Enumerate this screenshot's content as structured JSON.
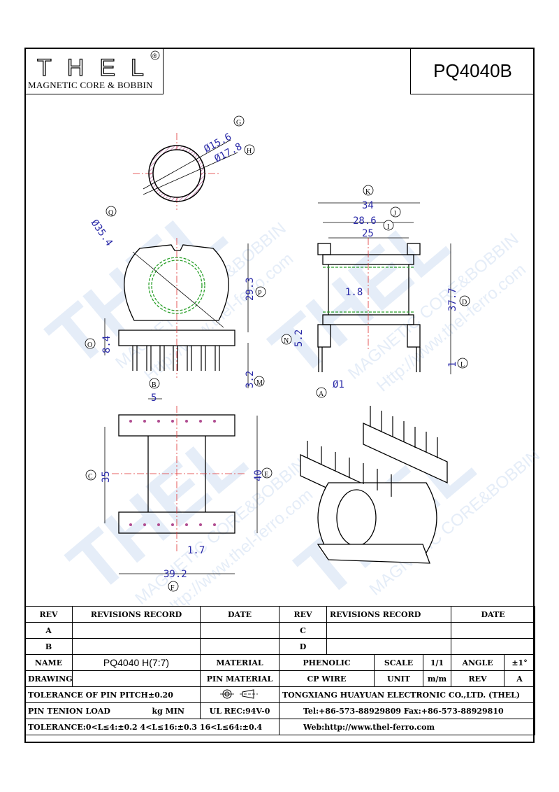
{
  "logo": {
    "brand": "THEL",
    "registered": "®",
    "tagline": "MAGNETIC CORE & BOBBIN"
  },
  "part_number": "PQ4040B",
  "watermark": {
    "brand": "THEL",
    "text1": "MAGNETIC CORE&BOBBIN",
    "text2": "Http://www.thel-ferro.com"
  },
  "dims": {
    "G": "Ø15.6",
    "H": "Ø17.8",
    "Q": "Ø35.4",
    "P": "29.3",
    "O": "8.4",
    "M": "3.2",
    "K": "34",
    "J": "28.6",
    "I": "25",
    "D": "37.7",
    "L": "1",
    "N": "5.2",
    "A": "Ø1",
    "d18": "1.8",
    "B": "5",
    "C": "35",
    "E": "40",
    "F": "39.2",
    "d17": "1.7"
  },
  "dim_letters": {
    "A": "A",
    "B": "B",
    "C": "C",
    "D": "D",
    "E": "E",
    "F": "F",
    "G": "G",
    "H": "H",
    "I": "I",
    "J": "J",
    "K": "K",
    "L": "L",
    "M": "M",
    "N": "N",
    "O": "O",
    "P": "P",
    "Q": "Q"
  },
  "title_block": {
    "rev_header": "REV",
    "rec_header": "REVISIONS RECORD",
    "date_header": "DATE",
    "rev_a": "A",
    "rev_b": "B",
    "rev_c": "C",
    "rev_d": "D",
    "name_label": "NAME",
    "name_value": "PQ4040 H(7:7)",
    "material_label": "MATERIAL",
    "material_value": "PHENOLIC",
    "scale_label": "SCALE",
    "scale_value": "1/1",
    "angle_label": "ANGLE",
    "angle_value": "±1°",
    "drawing_no_label": "DRAWING NO",
    "pin_material_label": "PIN MATERIAL",
    "pin_material_value": "CP WIRE",
    "unit_label": "UNIT",
    "unit_value": "m/m",
    "rev_label": "REV",
    "rev_value": "A",
    "tolerance_pitch": "TOLERANCE OF PIN PITCH±0.20",
    "company": "TONGXIANG HUAYUAN ELECTRONIC CO.,LTD. (THEL)",
    "pin_tension_label": "PIN TENION LOAD",
    "pin_tension_unit": "kg MIN",
    "ul": "UL REC:94V-0",
    "tel": "Tel:+86-573-88929809 Fax:+86-573-88929810",
    "tolerance": "TOLERANCE:0<L≤4:±0.2  4<L≤16:±0.3  16<L≤64:±0.4",
    "web": "Web:http://www.thel-ferro.com"
  }
}
